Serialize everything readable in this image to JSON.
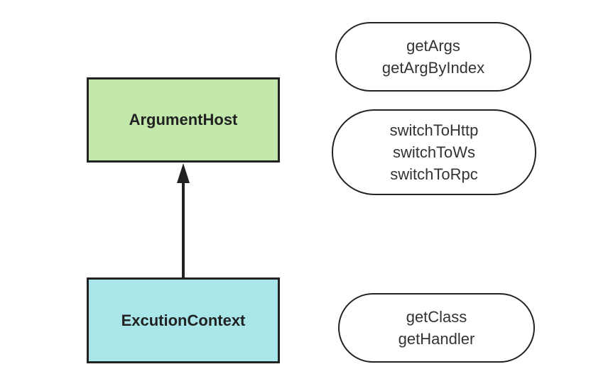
{
  "nodes": {
    "argument_host": {
      "label": "ArgumentHost",
      "fill": "#c2e8ac"
    },
    "execution_context": {
      "label": "ExcutionContext",
      "fill": "#a9e6ea"
    }
  },
  "edges": [
    {
      "from": "execution_context",
      "to": "argument_host",
      "style": "solid-arrow"
    }
  ],
  "method_groups": {
    "args": {
      "methods": [
        "getArgs",
        "getArgByIndex"
      ]
    },
    "switch": {
      "methods": [
        "switchToHttp",
        "switchToWs",
        "switchToRpc"
      ]
    },
    "context": {
      "methods": [
        "getClass",
        "getHandler"
      ]
    }
  },
  "colors": {
    "stroke": "#222222",
    "argument_host_fill": "#c2e8ac",
    "execution_context_fill": "#a9e6ea"
  }
}
